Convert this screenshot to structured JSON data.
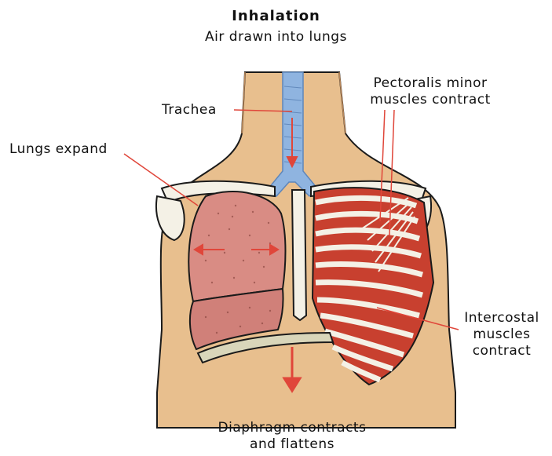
{
  "title": "Inhalation",
  "subtitle": "Air drawn into lungs",
  "labels": {
    "trachea": "Trachea",
    "lungs": "Lungs expand",
    "pectoralis_line1": "Pectoralis minor",
    "pectoralis_line2": "muscles contract",
    "intercostal_line1": "Intercostal",
    "intercostal_line2": "muscles",
    "intercostal_line3": "contract",
    "diaphragm_line1": "Diaphragm contracts",
    "diaphragm_line2": "and flattens"
  },
  "colors": {
    "skin": "#e8bf8e",
    "outline": "#1a1a1a",
    "trachea": "#8fb4e0",
    "lung": "#d98c84",
    "muscle": "#c8402f",
    "arrow": "#e0463a",
    "bone": "#f4f1e6",
    "diaphragm": "#d9d6ba"
  }
}
